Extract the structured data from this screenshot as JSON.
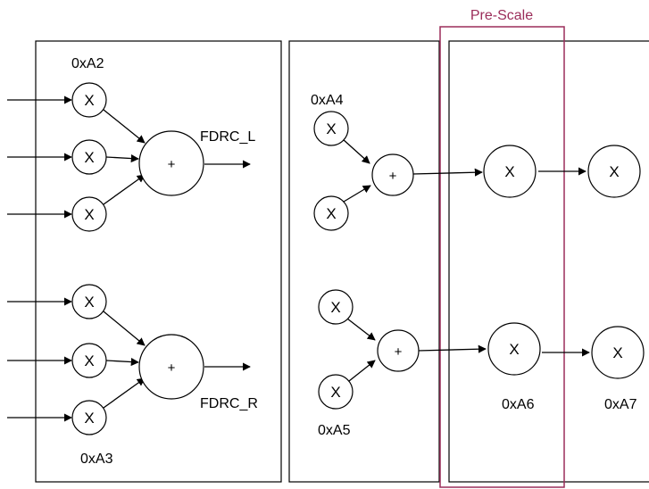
{
  "diagram": {
    "prescale_label": "Pre-Scale",
    "addr_a2": "0xA2",
    "addr_a3": "0xA3",
    "addr_a4": "0xA4",
    "addr_a5": "0xA5",
    "addr_a6": "0xA6",
    "addr_a7": "0xA7",
    "fdrc_l": "FDRC_L",
    "fdrc_r": "FDRC_R",
    "mult_symbol": "X",
    "sum_symbol": "+"
  },
  "colors": {
    "prescale_highlight": "#9b2d5a",
    "line": "#000000",
    "background": "#ffffff"
  }
}
